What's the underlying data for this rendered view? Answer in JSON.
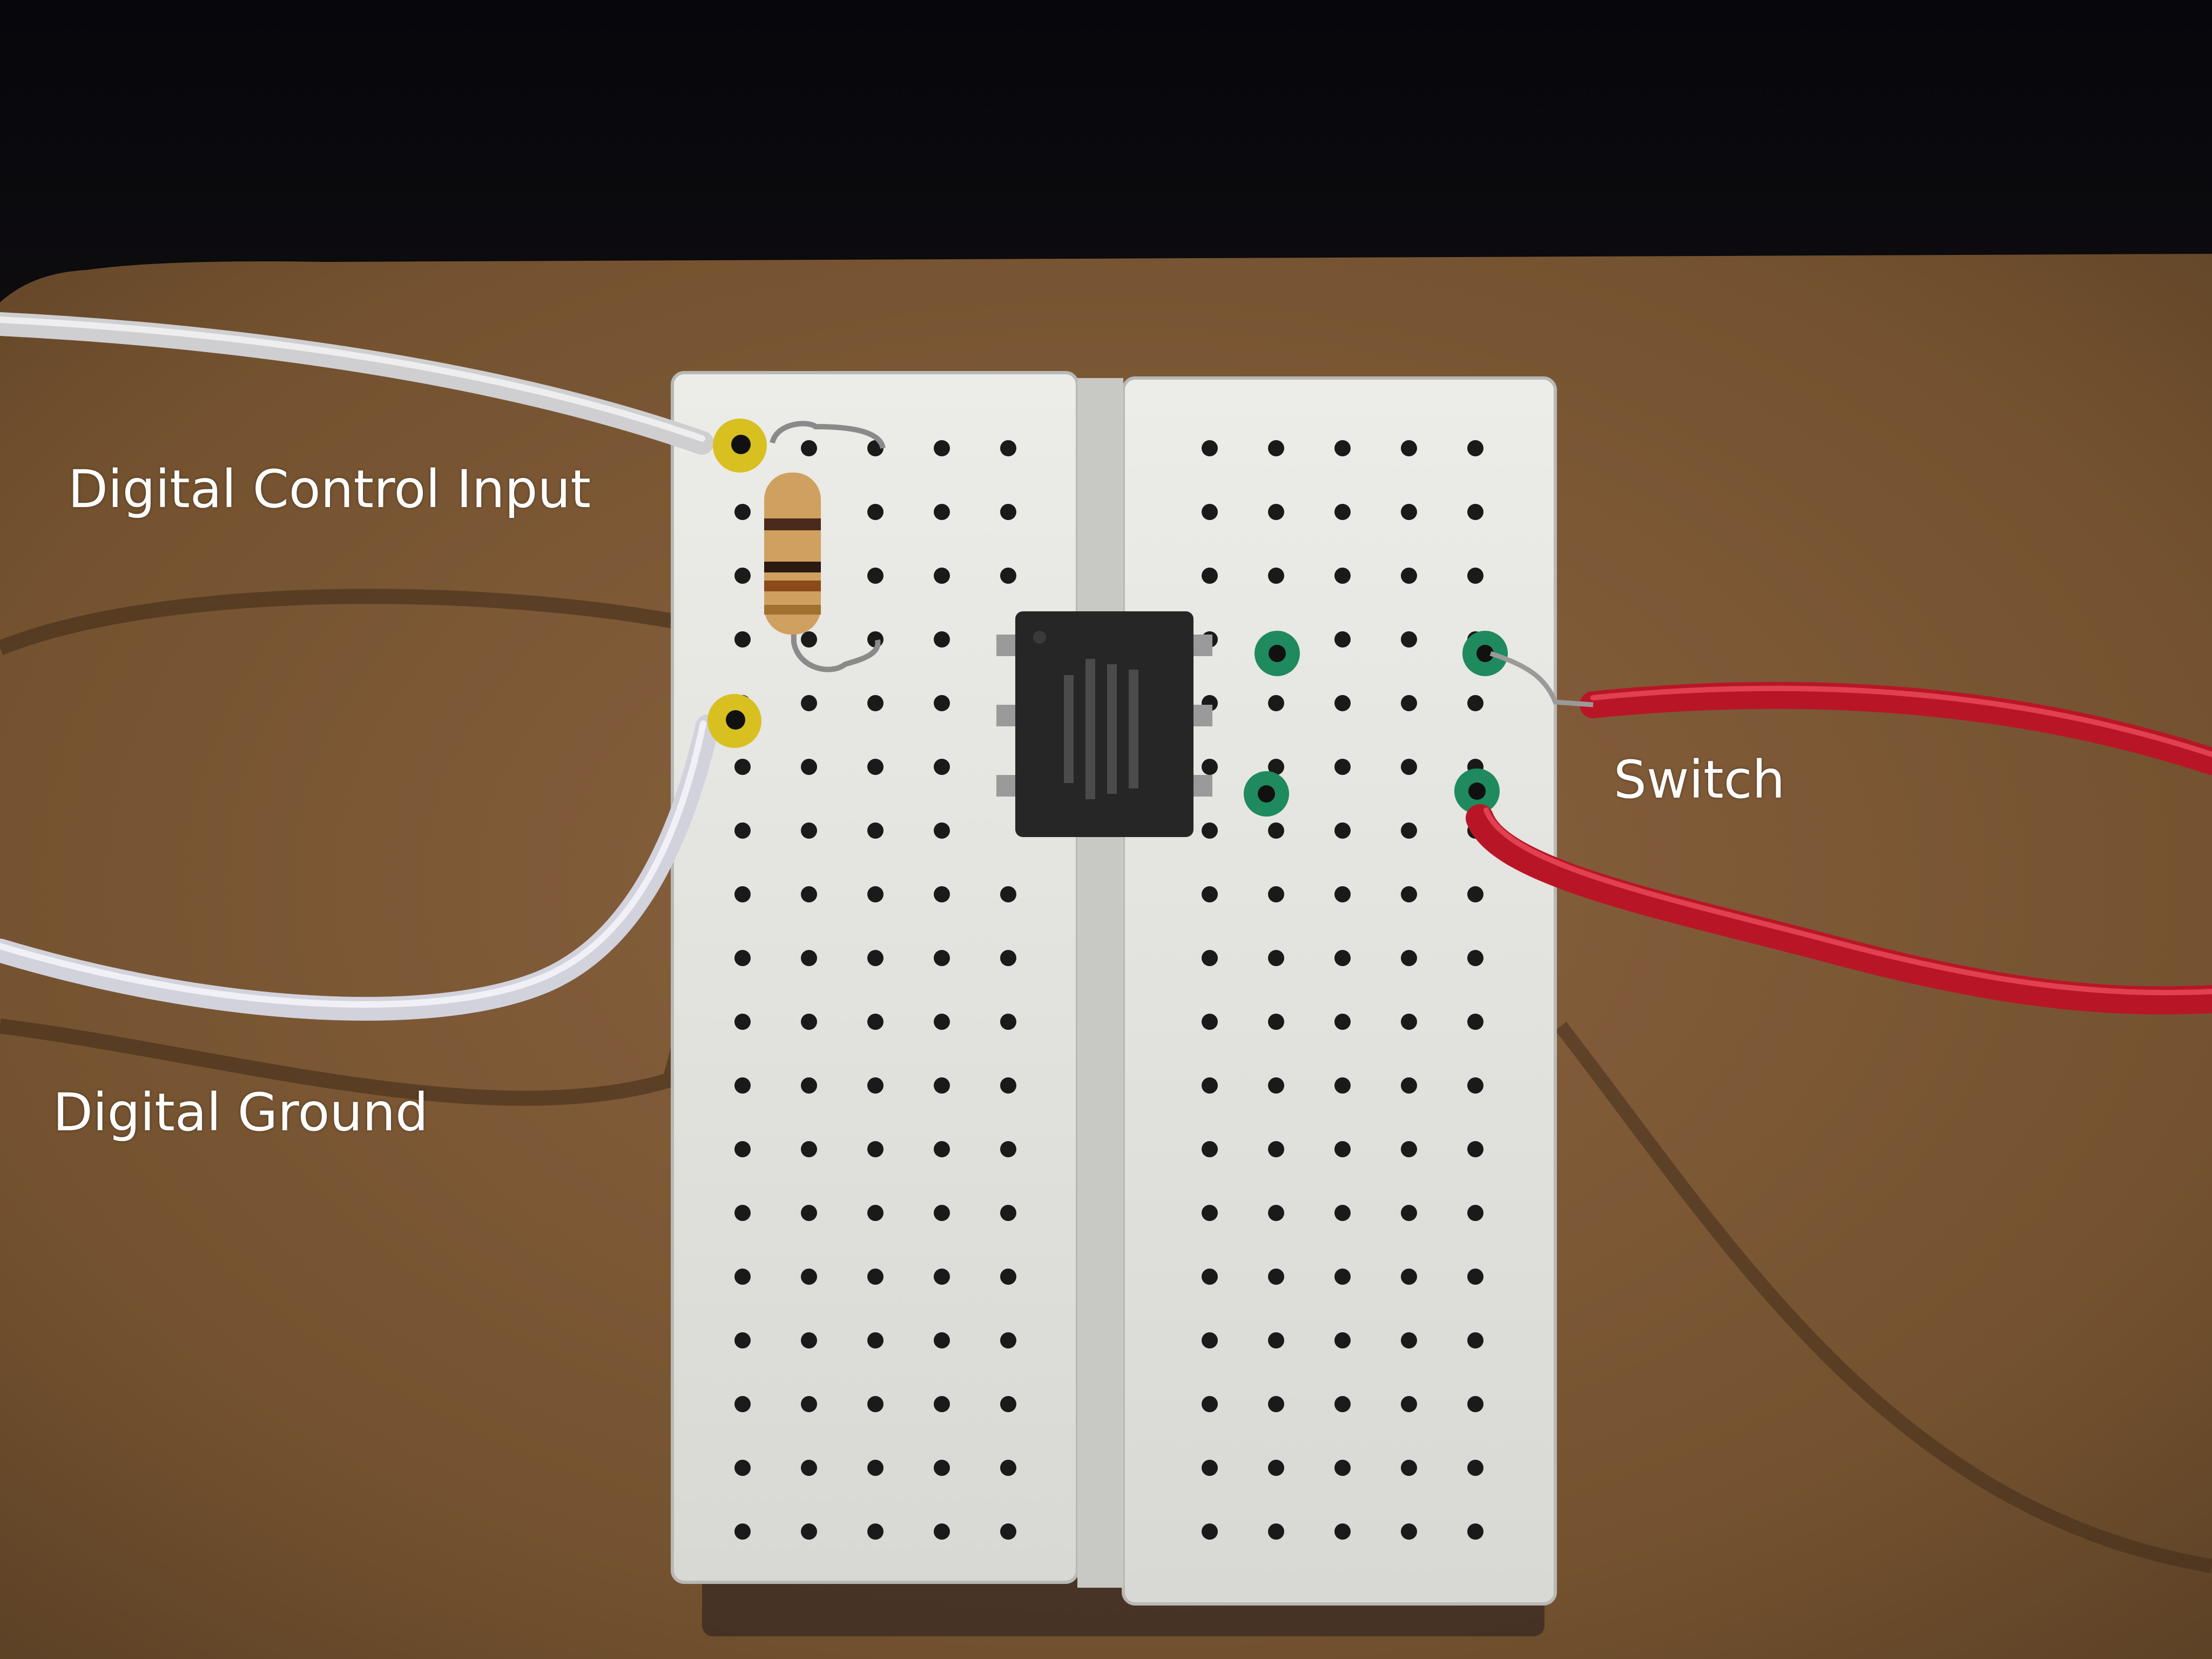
{
  "labels": {
    "digital_control_input": "Digital Control Input",
    "digital_ground": "Digital Ground",
    "switch": "Switch"
  },
  "colors": {
    "background_dark": "#1a1510",
    "cardboard": "#7a5636",
    "breadboard": "#e4e4e0",
    "hole": "#1a1a1a",
    "wire_white": "#d8d8dc",
    "wire_red": "#c01828",
    "ic_body": "#262626",
    "solder_yellow": "#d8c020",
    "solder_green": "#1e8a5e",
    "label_text": "#ffffff"
  },
  "icons": {
    "breadboard": "breadboard-icon",
    "ic": "ic-chip-icon",
    "resistor": "resistor-icon"
  }
}
